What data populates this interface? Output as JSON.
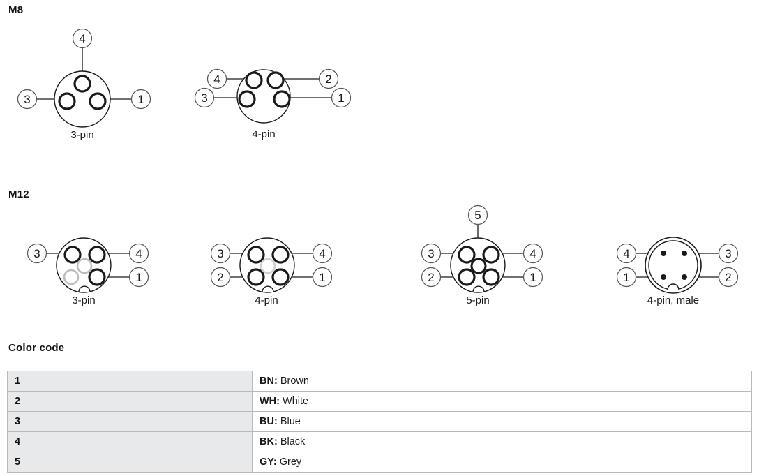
{
  "sections": {
    "m8": {
      "title": "M8"
    },
    "m12": {
      "title": "M12"
    },
    "color_code": {
      "title": "Color code"
    }
  },
  "connectors": [
    {
      "group": "m8",
      "id": "m8-3pin",
      "caption": "3-pin",
      "type": "female",
      "pin_count": 3,
      "has_notch": false,
      "double_ring": false,
      "labels": [
        "4",
        "3",
        "1"
      ]
    },
    {
      "group": "m8",
      "id": "m8-4pin",
      "caption": "4-pin",
      "type": "female",
      "pin_count": 4,
      "has_notch": false,
      "double_ring": false,
      "labels": [
        "4",
        "2",
        "3",
        "1"
      ]
    },
    {
      "group": "m12",
      "id": "m12-3pin",
      "caption": "3-pin",
      "type": "female",
      "pin_count": 3,
      "has_notch": true,
      "double_ring": false,
      "labels": [
        "3",
        "4",
        "1"
      ]
    },
    {
      "group": "m12",
      "id": "m12-4pin",
      "caption": "4-pin",
      "type": "female",
      "pin_count": 4,
      "has_notch": true,
      "double_ring": false,
      "labels": [
        "3",
        "4",
        "2",
        "1"
      ]
    },
    {
      "group": "m12",
      "id": "m12-5pin",
      "caption": "5-pin",
      "type": "female",
      "pin_count": 5,
      "has_notch": true,
      "double_ring": false,
      "labels": [
        "5",
        "3",
        "4",
        "2",
        "1"
      ]
    },
    {
      "group": "m12",
      "id": "m12-4pin-male",
      "caption": "4-pin, male",
      "type": "male",
      "pin_count": 4,
      "has_notch": true,
      "double_ring": true,
      "labels": [
        "4",
        "3",
        "1",
        "2"
      ]
    }
  ],
  "color_code": {
    "rows": [
      {
        "num": "1",
        "code": "BN:",
        "name": "Brown"
      },
      {
        "num": "2",
        "code": "WH:",
        "name": "White"
      },
      {
        "num": "3",
        "code": "BU:",
        "name": "Blue"
      },
      {
        "num": "4",
        "code": "BK:",
        "name": "Black"
      },
      {
        "num": "5",
        "code": "GY:",
        "name": "Grey"
      }
    ]
  },
  "colors": {
    "stroke": "#1a1a1a",
    "ghost": "#bdbdbd",
    "label_ring": "#555555",
    "table_header_bg": "#e8e9ea",
    "table_border": "#b9b9b9"
  }
}
